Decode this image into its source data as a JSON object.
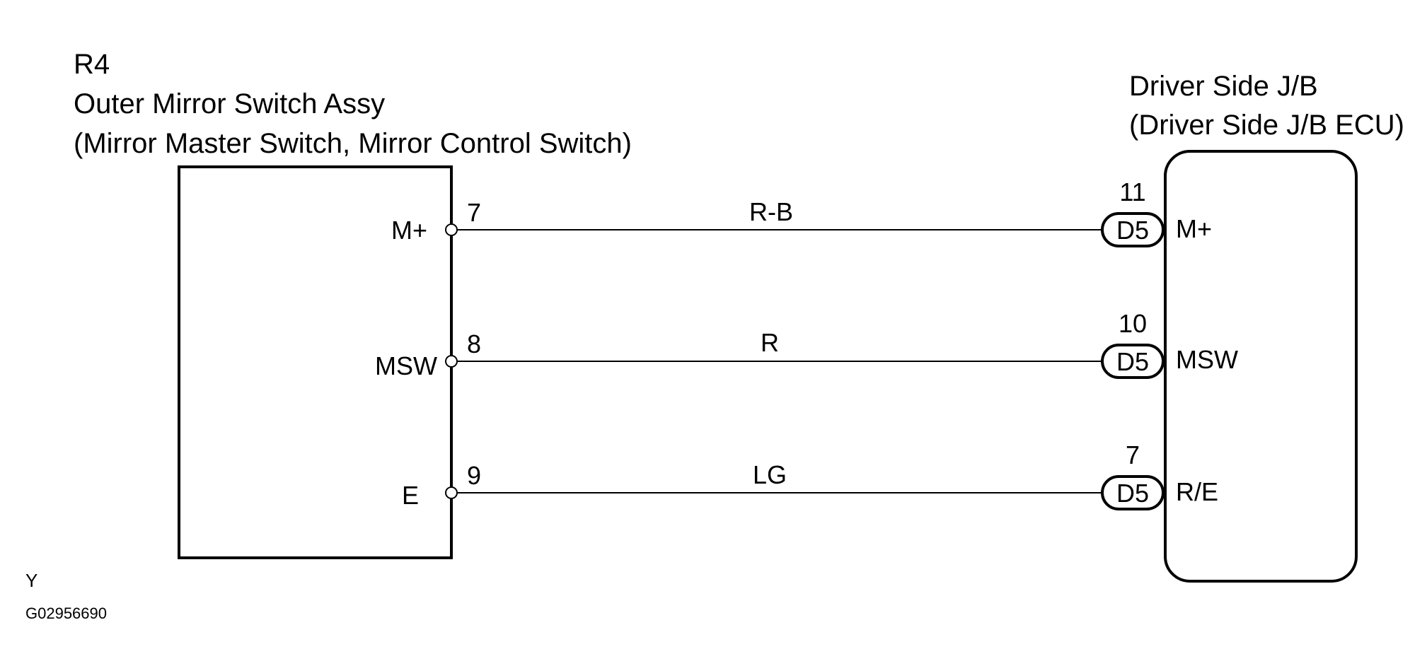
{
  "left_component": {
    "code": "R4",
    "name": "Outer Mirror Switch Assy",
    "subname": "(Mirror Master Switch, Mirror Control Switch)"
  },
  "right_component": {
    "name": "Driver Side J/B",
    "subname": "(Driver Side J/B ECU)"
  },
  "wires": [
    {
      "left_terminal": "M+",
      "left_pin": "7",
      "color": "R-B",
      "connector": "D5",
      "right_pin": "11",
      "right_terminal": "M+"
    },
    {
      "left_terminal": "MSW",
      "left_pin": "8",
      "color": "R",
      "connector": "D5",
      "right_pin": "10",
      "right_terminal": "MSW"
    },
    {
      "left_terminal": "E",
      "left_pin": "9",
      "color": "LG",
      "connector": "D5",
      "right_pin": "7",
      "right_terminal": "R/E"
    }
  ],
  "footer": {
    "letter": "Y",
    "code": "G02956690"
  }
}
